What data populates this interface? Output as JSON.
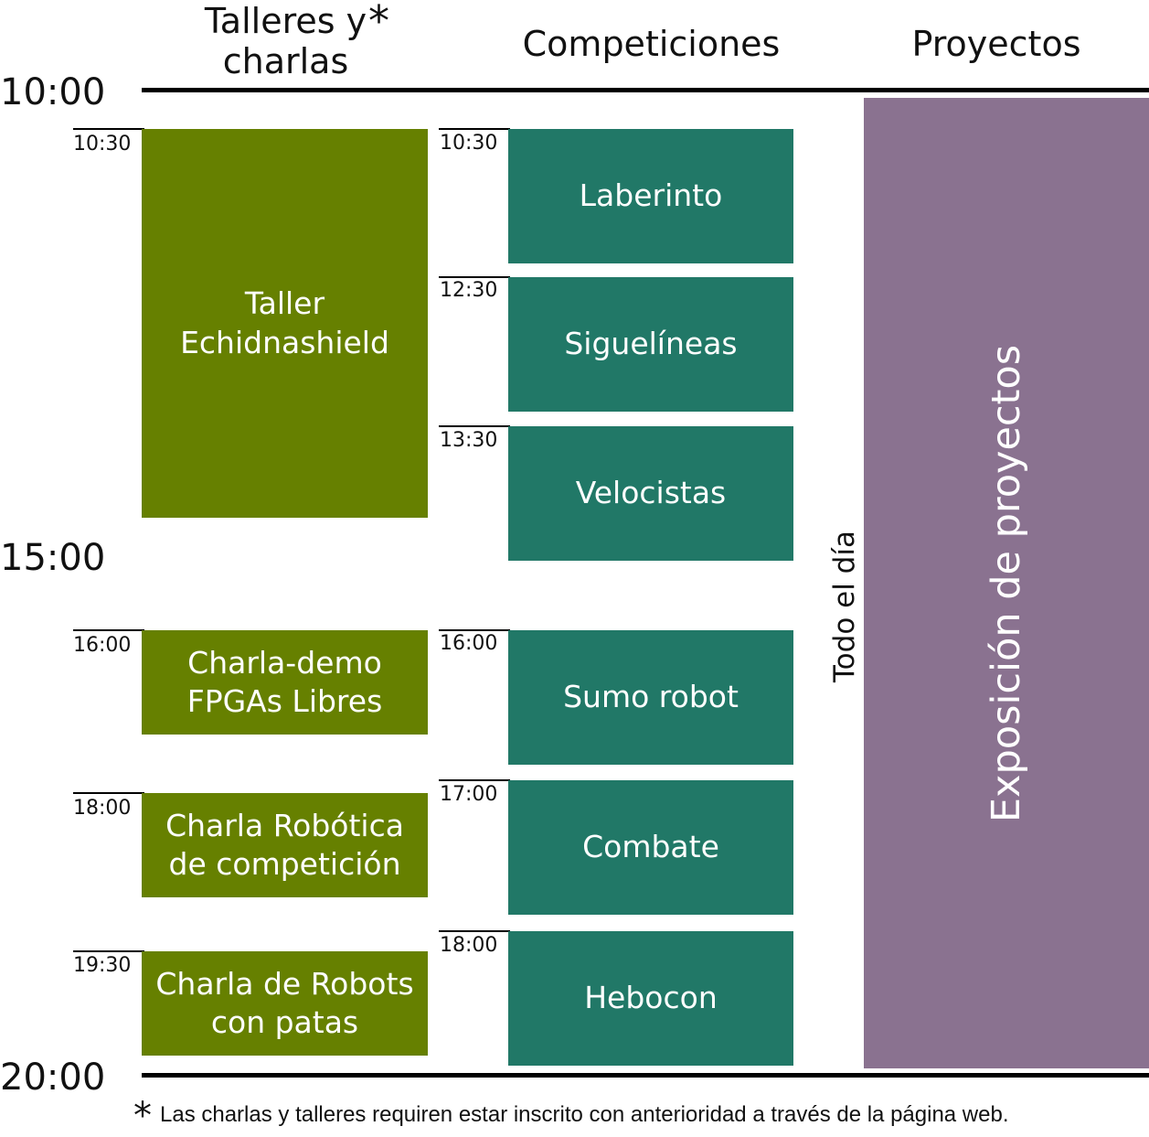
{
  "columns": {
    "talleres": "Talleres y\ncharlas",
    "talleres_mark": "*",
    "competiciones": "Competiciones",
    "proyectos": "Proyectos"
  },
  "hours": [
    "10:00",
    "15:00",
    "20:00"
  ],
  "talleres": [
    {
      "time": "10:30",
      "label": "Taller\nEchidnashield"
    },
    {
      "time": "16:00",
      "label": "Charla-demo\nFPGAs Libres"
    },
    {
      "time": "18:00",
      "label": "Charla Robótica\nde competición"
    },
    {
      "time": "19:30",
      "label": "Charla de Robots\ncon patas"
    }
  ],
  "competiciones": [
    {
      "time": "10:30",
      "label": "Laberinto"
    },
    {
      "time": "12:30",
      "label": "Siguelíneas"
    },
    {
      "time": "13:30",
      "label": "Velocistas"
    },
    {
      "time": "16:00",
      "label": "Sumo robot"
    },
    {
      "time": "17:00",
      "label": "Combate"
    },
    {
      "time": "18:00",
      "label": "Hebocon"
    }
  ],
  "proyectos": {
    "all_day_label": "Todo el día",
    "block_label": "Exposición de proyectos"
  },
  "footnote": {
    "mark": "*",
    "text": "Las charlas y talleres requiren estar inscrito con anterioridad a través de la página web."
  },
  "colors": {
    "talleres": "#668000",
    "competiciones": "#217867",
    "proyectos": "#8a7290"
  }
}
